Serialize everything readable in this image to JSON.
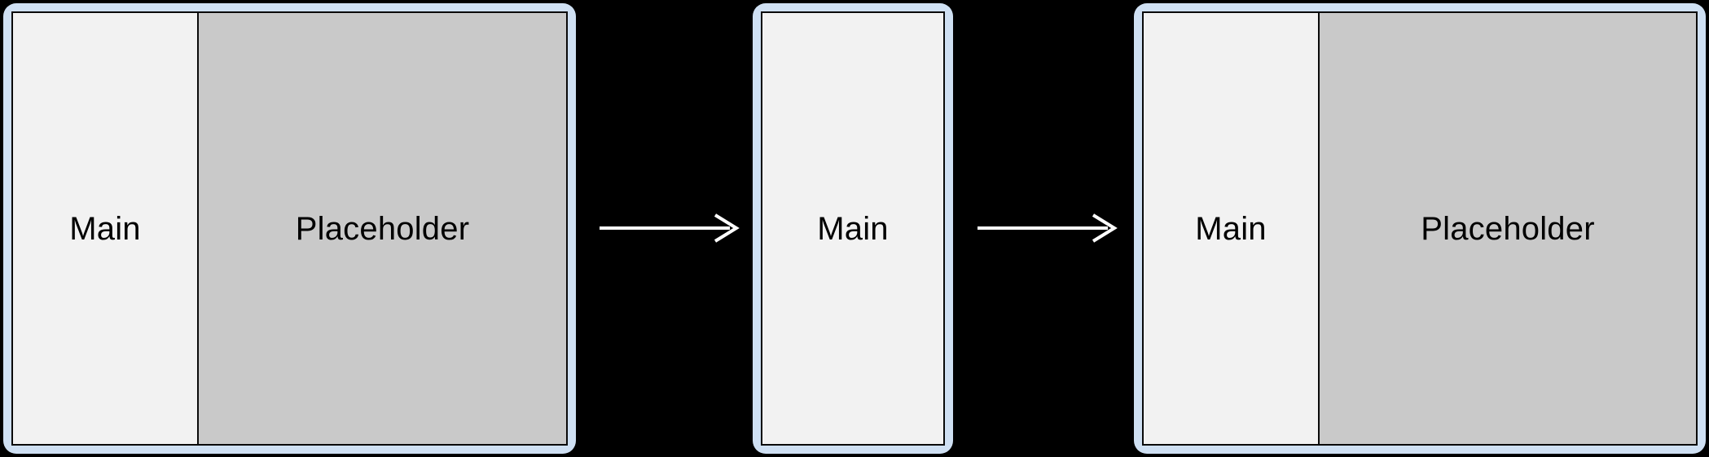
{
  "diagram": {
    "type": "flow",
    "background_color": "#000000",
    "frame_color": "#cfe0f3",
    "border_color": "#0a0a0a",
    "main_fill": "#f2f2f2",
    "placeholder_fill": "#c9c9c9",
    "arrow_color": "#ffffff",
    "panels": [
      {
        "id": "panel-1",
        "regions": [
          {
            "id": "main",
            "label": "Main"
          },
          {
            "id": "placeholder",
            "label": "Placeholder"
          }
        ]
      },
      {
        "id": "panel-2",
        "regions": [
          {
            "id": "main",
            "label": "Main"
          }
        ]
      },
      {
        "id": "panel-3",
        "regions": [
          {
            "id": "main",
            "label": "Main"
          },
          {
            "id": "placeholder",
            "label": "Placeholder"
          }
        ]
      }
    ],
    "arrows": [
      {
        "id": "arrow-1",
        "from": "panel-1",
        "to": "panel-2",
        "direction": "right"
      },
      {
        "id": "arrow-2",
        "from": "panel-2",
        "to": "panel-3",
        "direction": "right"
      }
    ]
  }
}
